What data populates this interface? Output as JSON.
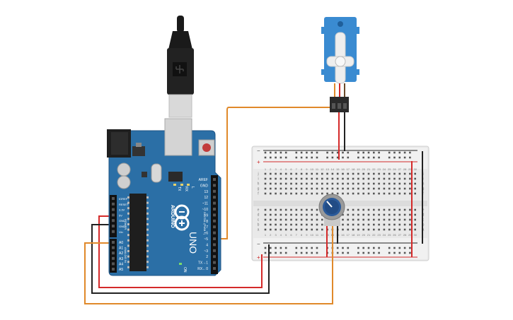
{
  "canvas": {
    "background": "#ffffff"
  },
  "arduino": {
    "board_color": "#2b6fa6",
    "brand_text": "ARDUINO",
    "model_text": "UNO",
    "tx_label": "TX",
    "rx_label": "RX",
    "l_label": "L",
    "on_label": "ON",
    "digital_label": "DIGITAL (PWM ~)",
    "power_label": "POWER",
    "analog_label": "ANALOG IN",
    "power_pins": [
      "IOREF",
      "RESET",
      "3.3V",
      "5V",
      "GND",
      "GND",
      "Vin"
    ],
    "analog_pins": [
      "A0",
      "A1",
      "A2",
      "A3",
      "A4",
      "A5"
    ],
    "digital_pins": [
      "AREF",
      "GND",
      "13",
      "12",
      "~11",
      "~10",
      "~9",
      "8",
      "7",
      "~6",
      "~5",
      "4",
      "~3",
      "2",
      "TX→1",
      "RX←0"
    ]
  },
  "usb": {
    "icon": "usb-plug-icon"
  },
  "servo": {
    "color": "#3a8bd1",
    "icon": "servo-motor-icon"
  },
  "potentiometer": {
    "knob_color": "#2a5a9a",
    "icon": "potentiometer-knob-icon"
  },
  "breadboard": {
    "minus_label": "−",
    "plus_label": "+",
    "row_letters_top": [
      "j",
      "i",
      "h",
      "g",
      "f"
    ],
    "row_letters_bottom": [
      "e",
      "d",
      "c",
      "b",
      "a"
    ],
    "column_numbers": [
      "1",
      "2",
      "3",
      "4",
      "5",
      "6",
      "7",
      "8",
      "9",
      "10",
      "11",
      "12",
      "13",
      "14",
      "15",
      "16",
      "17",
      "18",
      "19",
      "20",
      "21",
      "22",
      "23",
      "24",
      "25",
      "26",
      "27",
      "28",
      "29",
      "30"
    ]
  },
  "wires": {
    "signal_color": "#e0892a",
    "power_color": "#d42a2a",
    "ground_color": "#222222"
  }
}
